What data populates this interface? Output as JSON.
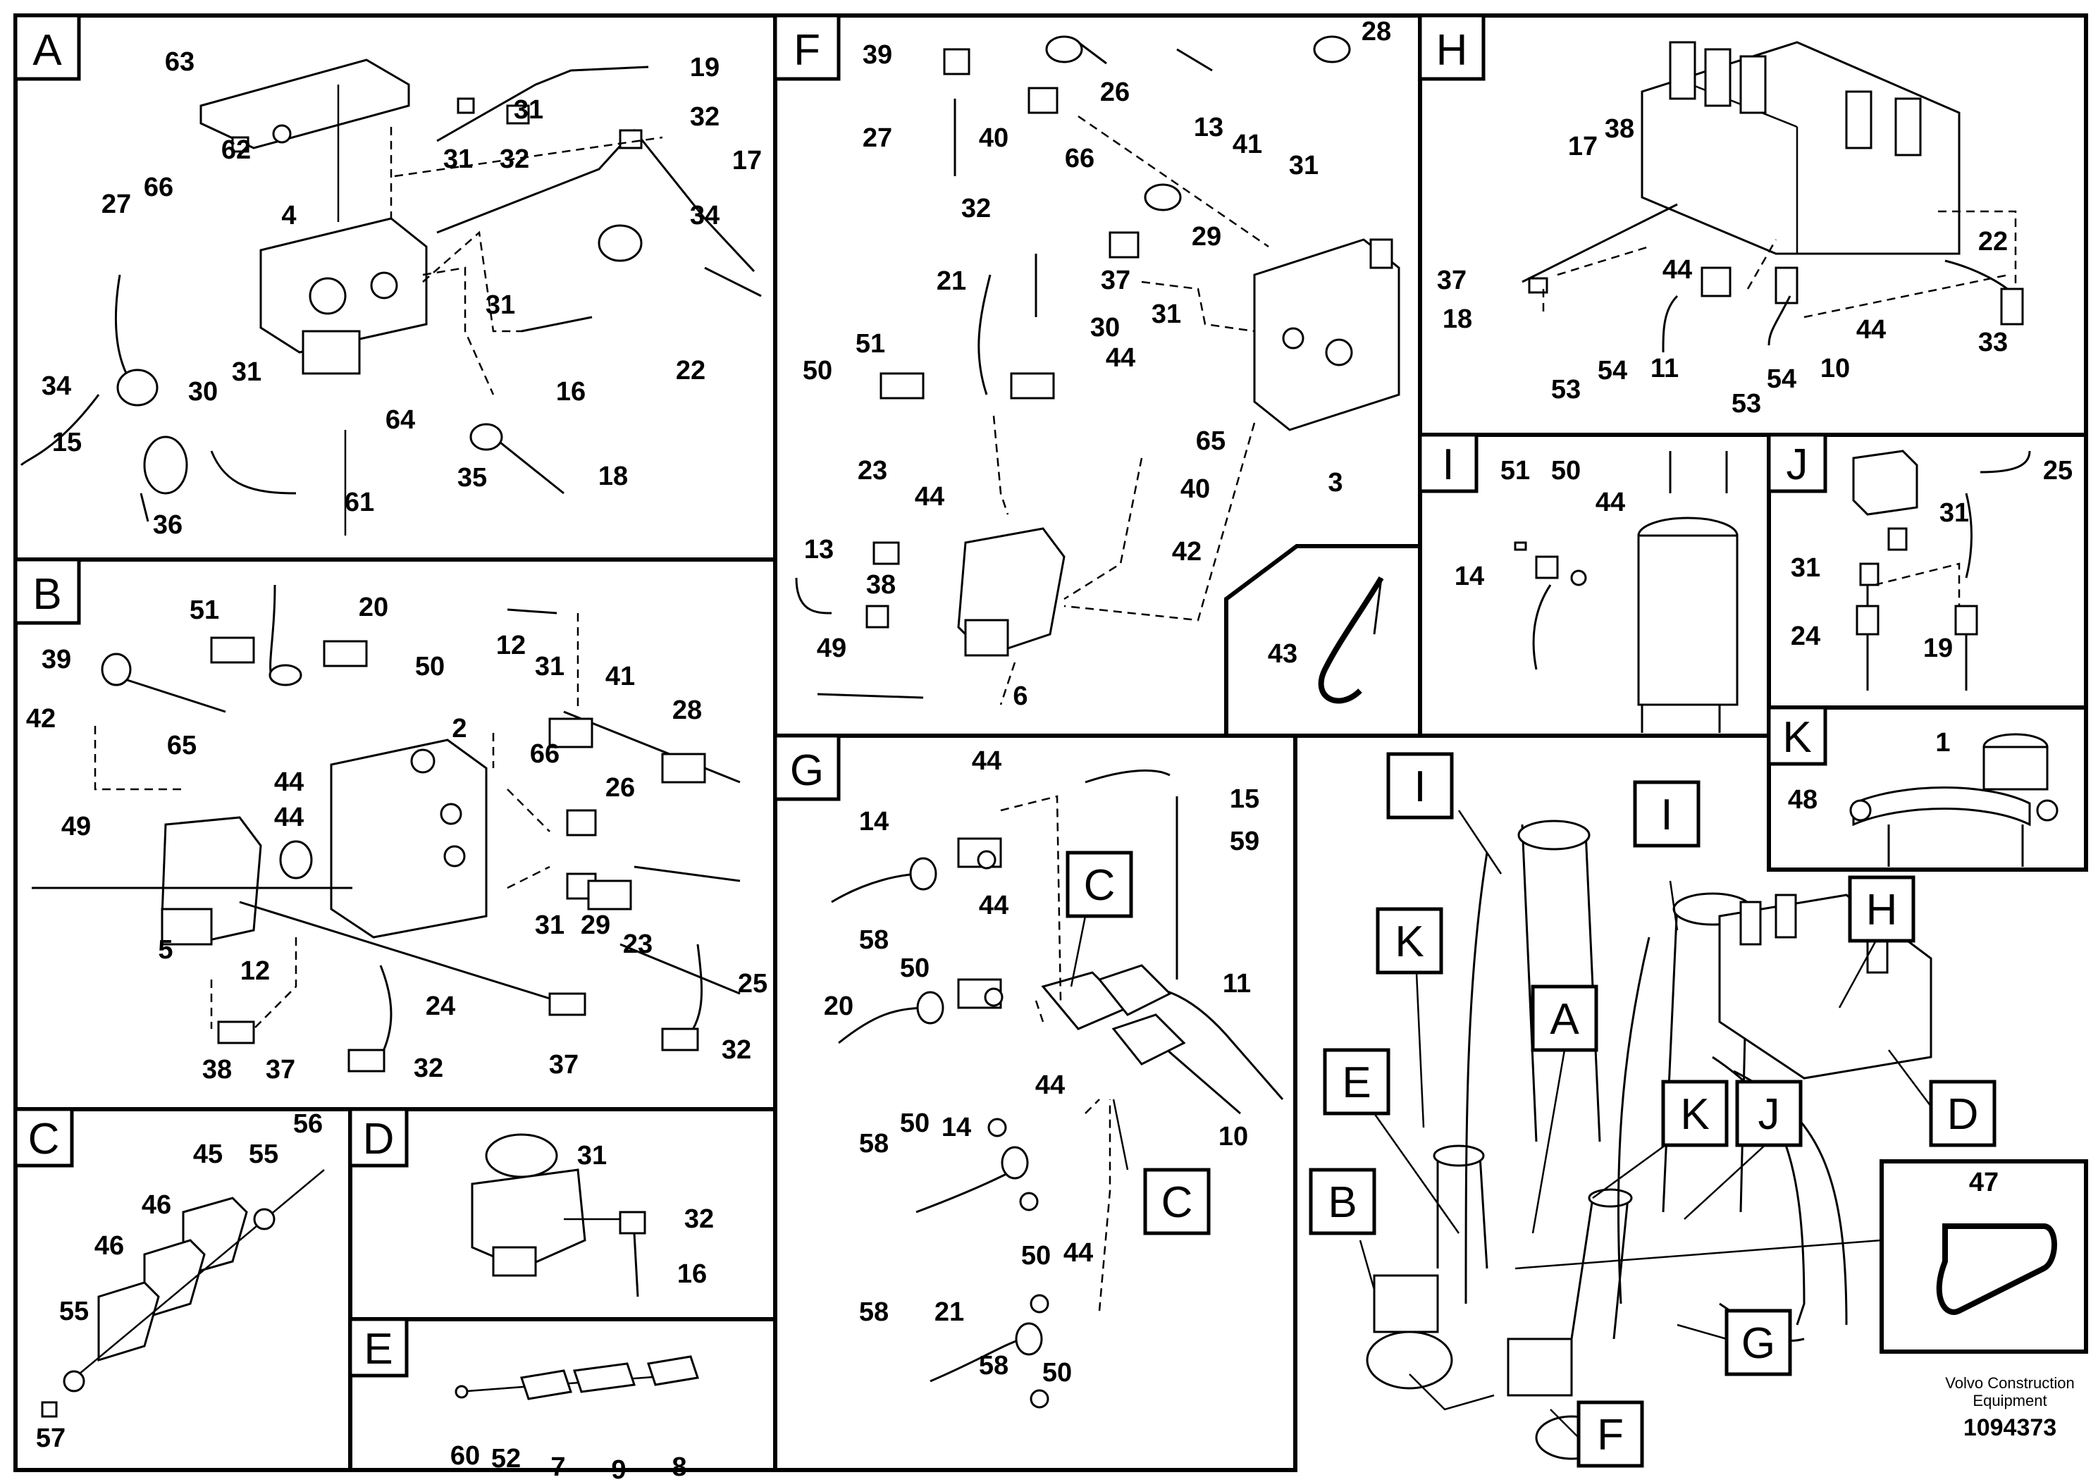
{
  "sections": [
    "A",
    "B",
    "C",
    "D",
    "E",
    "F",
    "G",
    "H",
    "I",
    "J",
    "K"
  ],
  "sub_a": [
    "63",
    "19",
    "62",
    "31",
    "32",
    "31",
    "32",
    "17",
    "27",
    "66",
    "4",
    "34",
    "31",
    "16",
    "22",
    "34",
    "30",
    "31",
    "64",
    "15",
    "35",
    "18",
    "36",
    "61"
  ],
  "sub_b": [
    "51",
    "20",
    "12",
    "39",
    "50",
    "31",
    "41",
    "42",
    "65",
    "2",
    "28",
    "66",
    "26",
    "44",
    "49",
    "44",
    "31",
    "29",
    "23",
    "25",
    "5",
    "12",
    "24",
    "38",
    "37",
    "32",
    "37",
    "32"
  ],
  "sub_c": [
    "56",
    "45",
    "55",
    "46",
    "46",
    "55",
    "57"
  ],
  "sub_d": [
    "31",
    "32",
    "16"
  ],
  "sub_e": [
    "60",
    "52",
    "7",
    "9",
    "8"
  ],
  "sub_f": [
    "39",
    "28",
    "26",
    "27",
    "40",
    "66",
    "13",
    "41",
    "31",
    "32",
    "29",
    "21",
    "37",
    "31",
    "30",
    "51",
    "50",
    "44",
    "65",
    "40",
    "23",
    "44",
    "13",
    "38",
    "42",
    "3",
    "49",
    "6"
  ],
  "sub_g": [
    "44",
    "15",
    "14",
    "59",
    "44",
    "58",
    "50",
    "20",
    "11",
    "44",
    "58",
    "50",
    "10",
    "14",
    "58",
    "50",
    "44",
    "21",
    "58",
    "50"
  ],
  "sub_h": [
    "17",
    "38",
    "37",
    "44",
    "22",
    "18",
    "11",
    "54",
    "10",
    "53",
    "53",
    "54",
    "44",
    "33"
  ],
  "sub_i": [
    "51",
    "50",
    "44",
    "14"
  ],
  "sub_j": [
    "25",
    "31",
    "31",
    "24",
    "19"
  ],
  "sub_k": [
    "1",
    "48"
  ],
  "sub_43": [
    "43"
  ],
  "sub_47": [
    "47"
  ],
  "overview_callouts": [
    "I",
    "I",
    "K",
    "H",
    "A",
    "E",
    "K",
    "J",
    "D",
    "B",
    "G",
    "F",
    "C",
    "C"
  ],
  "footer": {
    "company_line1": "Volvo Construction",
    "company_line2": "Equipment",
    "drawing_number": "1094373"
  }
}
